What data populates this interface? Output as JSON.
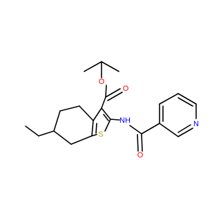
{
  "diagram": {
    "type": "chemical-structure",
    "atoms": {
      "O_ether": "O",
      "O_carbonyl_ester": "O",
      "N_amide": "NH",
      "S_ring": "S",
      "O_carbonyl_amide": "O",
      "N_pyridine": "N"
    },
    "colors": {
      "oxygen": "#ff0000",
      "nitrogen": "#0000ff",
      "sulfur": "#b8a000",
      "bond": "#000000"
    }
  }
}
